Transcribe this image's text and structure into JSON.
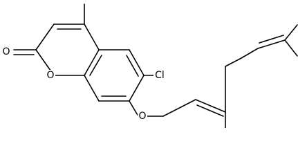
{
  "molecule": {
    "atom_labels": {
      "carbonyl_oxygen": "O",
      "ring_oxygen": "O",
      "chlorine": "Cl",
      "ether_oxygen": "O"
    },
    "bond_color": "#000000",
    "background": "#ffffff"
  }
}
